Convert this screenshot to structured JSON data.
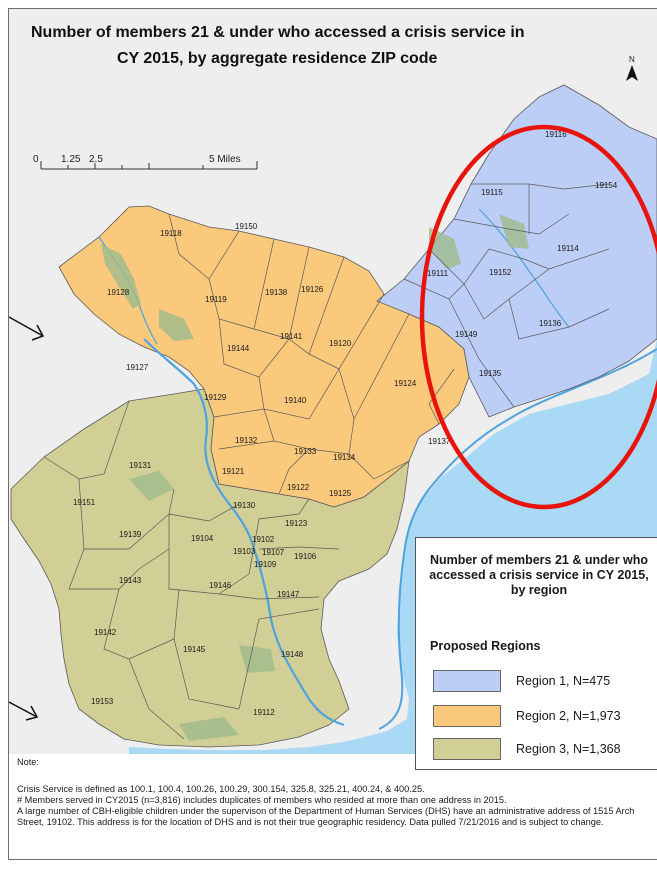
{
  "title": {
    "line1": "Number of members 21 & under who accessed a crisis service in",
    "line2": "CY 2015, by aggregate residence ZIP code"
  },
  "north_arrow": {
    "label": "N",
    "icon": "north-arrow-icon"
  },
  "scale_bar": {
    "ticks": [
      "0",
      "1.25",
      "2.5",
      "5 Miles"
    ]
  },
  "colors": {
    "region1": "#bccdf6",
    "region2": "#fbc97c",
    "region3": "#d1cf95",
    "water": "#a9d9f5",
    "river": "#4ea3de",
    "parks": "#9fbb8c",
    "background": "#eeeeee",
    "highlight_circle": "#e8140c"
  },
  "zip_labels": {
    "region1": [
      "19116",
      "19115",
      "19154",
      "19114",
      "19111",
      "19152",
      "19149",
      "19136",
      "19135"
    ],
    "region2": [
      "19118",
      "19150",
      "19128",
      "19119",
      "19138",
      "19126",
      "19144",
      "19141",
      "19120",
      "19127",
      "19129",
      "19140",
      "19124",
      "19132",
      "19133",
      "19134",
      "19137",
      "19121",
      "19122",
      "19125"
    ],
    "region3": [
      "19131",
      "19151",
      "19130",
      "19123",
      "19139",
      "19104",
      "19102",
      "19103",
      "19107",
      "19106",
      "19109",
      "19143",
      "19146",
      "19147",
      "19142",
      "19145",
      "19148",
      "19153",
      "19112"
    ]
  },
  "legend": {
    "title": "Number of members 21 & under who accessed a crisis service in CY 2015, by region",
    "subtitle": "Proposed Regions",
    "items": [
      {
        "label": "Region 1, N=475"
      },
      {
        "label": "Region 2, N=1,973"
      },
      {
        "label": "Region 3, N=1,368"
      }
    ]
  },
  "notes": {
    "label": "Note:",
    "line1": "Crisis Service is defined as 100.1, 100.4, 100.26, 100.29, 300.154, 325.8, 325.21, 400.24, & 400.25.",
    "line2": "# Members served in CY2015 (n=3,816) includes duplicates of members who resided at more than one address in 2015.",
    "line3": "A large number of CBH-eligible children under the supervison of the Department of Human Services (DHS) have an administrative address of 1515 Arch Street, 19102. This address is for the location of DHS and is not their true geographic residency. Data pulled 7/21/2016 and is subject to change."
  }
}
